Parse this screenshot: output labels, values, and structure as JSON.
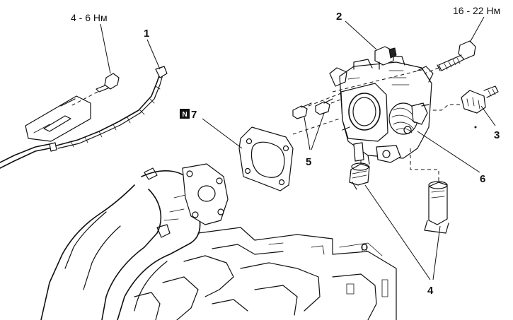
{
  "labels": {
    "item1": "1",
    "item2": "2",
    "item3": "3",
    "item4": "4",
    "item5": "5",
    "item6": "6",
    "item7": "7",
    "badge": "N"
  },
  "torque": {
    "left_bolt": "4 - 6 Нм",
    "right_bolt": "16 - 22 Нм"
  }
}
